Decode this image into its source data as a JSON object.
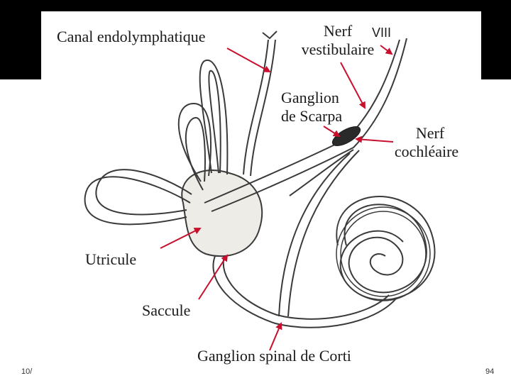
{
  "slide": {
    "date_fragment": "10/",
    "page_number": "94"
  },
  "labels": {
    "canal_endolymphatique": "Canal endolymphatique",
    "nerf_vestibulaire_1": "Nerf",
    "nerf_vestibulaire_2": "vestibulaire",
    "viii": "VIII",
    "ganglion_scarpa_1": "Ganglion",
    "ganglion_scarpa_2": "de Scarpa",
    "nerf_cochleaire_1": "Nerf",
    "nerf_cochleaire_2": "cochléaire",
    "utricule": "Utricule",
    "saccule": "Saccule",
    "ganglion_corti": "Ganglion spinal de Corti"
  },
  "colors": {
    "top_band": "#000000",
    "outline": "#3a3a3a",
    "fill": "#eeece6",
    "arrow": "#c8102e",
    "ganglion": "#2a2a2a"
  }
}
